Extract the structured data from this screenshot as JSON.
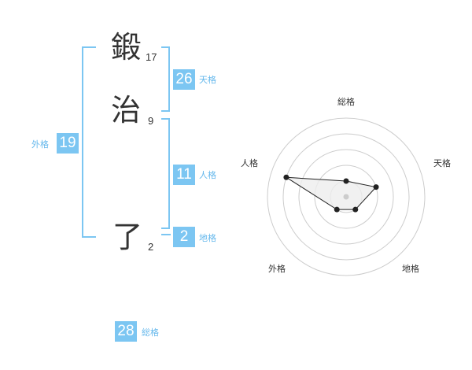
{
  "name": {
    "chars": [
      {
        "char": "鍛",
        "strokes": "17"
      },
      {
        "char": "治",
        "strokes": "9"
      },
      {
        "char": "了",
        "strokes": "2"
      }
    ]
  },
  "fortune": {
    "tenkaku": {
      "value": "26",
      "label": "天格"
    },
    "jinkaku": {
      "value": "11",
      "label": "人格"
    },
    "chikaku": {
      "value": "2",
      "label": "地格"
    },
    "gaikaku": {
      "value": "19",
      "label": "外格"
    },
    "soukaku": {
      "value": "28",
      "label": "総格"
    }
  },
  "chart_data": {
    "type": "radar",
    "axes": [
      "総格",
      "天格",
      "地格",
      "外格",
      "人格"
    ],
    "values": [
      1,
      2,
      1,
      1,
      4
    ],
    "max": 5,
    "colors": {
      "line": "#222222",
      "fill": "#eeeeee",
      "grid": "#cccccc"
    }
  }
}
